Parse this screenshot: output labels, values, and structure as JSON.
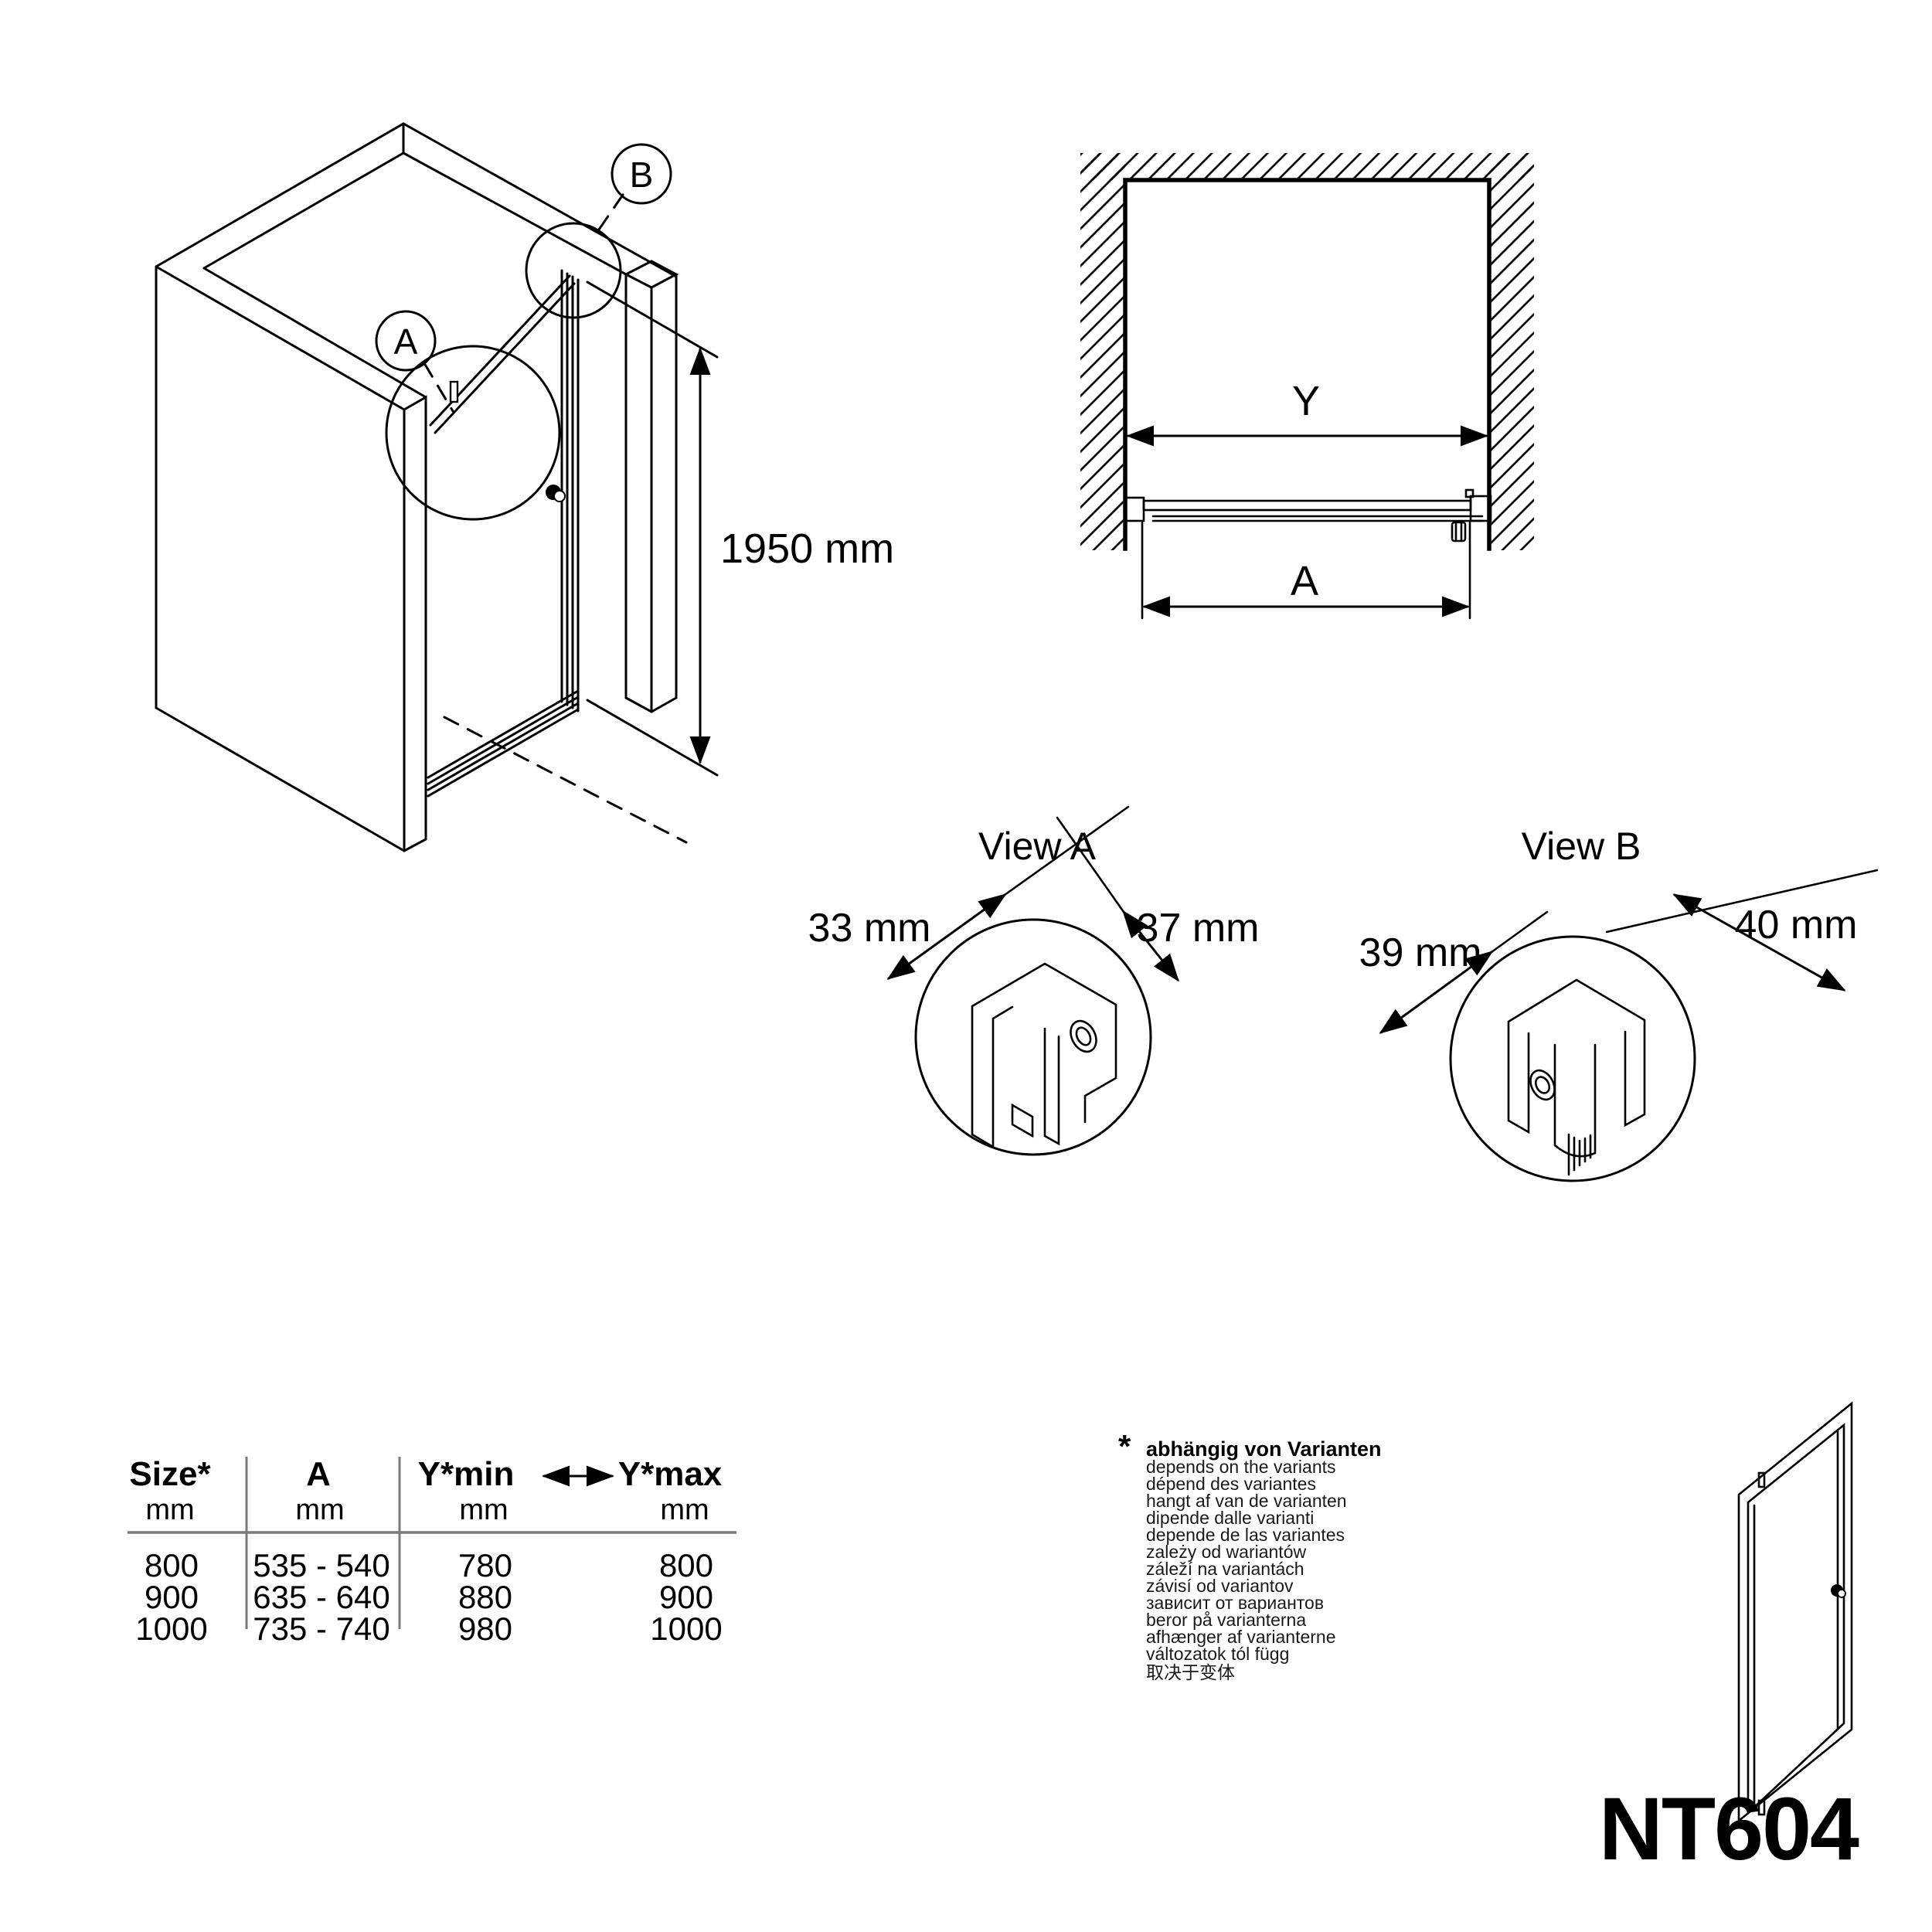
{
  "colors": {
    "ink": "#000000",
    "rule_gray": "#7a7a7a",
    "background": "#ffffff"
  },
  "product": {
    "model": "NT604"
  },
  "iso_view": {
    "callout_a": "A",
    "callout_b": "B",
    "height_dim": "1950 mm"
  },
  "plan_view": {
    "overall_width_label": "Y",
    "door_width_label": "A"
  },
  "detail_a": {
    "title": "View A",
    "dim_left": "33 mm",
    "dim_right": "37 mm"
  },
  "detail_b": {
    "title": "View B",
    "dim_left": "39 mm",
    "dim_right": "40 mm"
  },
  "size_table": {
    "headers": [
      "Size*",
      "A",
      "Y*min",
      "Y*max"
    ],
    "units": [
      "mm",
      "mm",
      "mm",
      "mm"
    ],
    "rows": [
      [
        "800",
        "535 - 540",
        "780",
        "800"
      ],
      [
        "900",
        "635 - 640",
        "880",
        "900"
      ],
      [
        "1000",
        "735 - 740",
        "980",
        "1000"
      ]
    ]
  },
  "variants_note": {
    "marker": "*",
    "heading": "abhängig von Varianten",
    "translations": [
      "depends on the variants",
      "dépend des variantes",
      "hangt af van de varianten",
      "dipende dalle varianti",
      "depende de las variantes",
      "zależy od wariantów",
      "záleží na variantách",
      "závisí od variantov",
      "зависит от вариантов",
      "beror på varianterna",
      "afhænger af varianterne",
      "változatok tól függ",
      "取决于变体"
    ]
  }
}
